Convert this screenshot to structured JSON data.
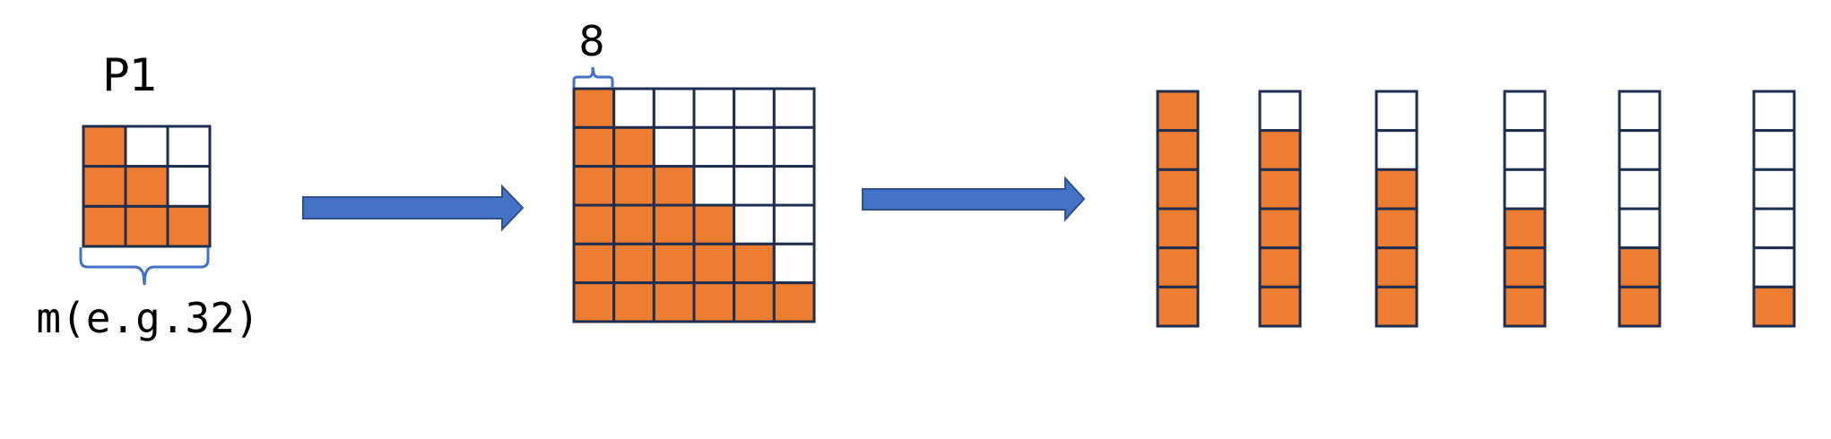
{
  "labels": {
    "p1": "P1",
    "m_label": "m(e.g.32)",
    "block_size": "8"
  },
  "colors": {
    "fill": "#ED7D31",
    "empty": "#FFFFFF",
    "grid": "#1F2D4E",
    "arrow": "#4472C4",
    "arrow_outline": "#2F528F",
    "brace": "#4472C4"
  },
  "small_matrix": {
    "rows": 3,
    "cols": 3,
    "filled": [
      [
        1,
        0,
        0
      ],
      [
        1,
        1,
        0
      ],
      [
        1,
        1,
        1
      ]
    ]
  },
  "big_matrix": {
    "rows": 6,
    "cols": 6,
    "filled": [
      [
        1,
        0,
        0,
        0,
        0,
        0
      ],
      [
        1,
        1,
        0,
        0,
        0,
        0
      ],
      [
        1,
        1,
        1,
        0,
        0,
        0
      ],
      [
        1,
        1,
        1,
        1,
        0,
        0
      ],
      [
        1,
        1,
        1,
        1,
        1,
        0
      ],
      [
        1,
        1,
        1,
        1,
        1,
        1
      ]
    ]
  },
  "columns": {
    "cells_per_column": 6,
    "filled_from_bottom": [
      6,
      5,
      4,
      3,
      2,
      1
    ]
  }
}
